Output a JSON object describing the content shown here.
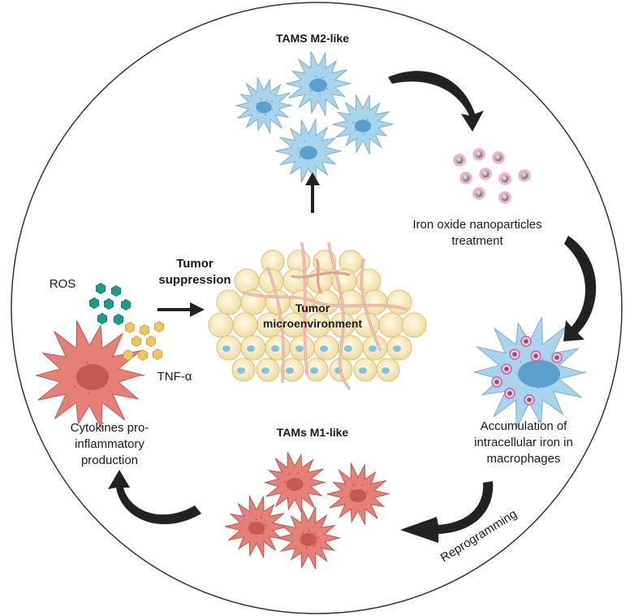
{
  "labels": {
    "m2_title": "TAMS M2-like",
    "iron_line1": "Iron oxide nanoparticles",
    "iron_line2": "treatment",
    "tumor_supp_line1": "Tumor",
    "tumor_supp_line2": "suppression",
    "ros": "ROS",
    "tme_line1": "Tumor",
    "tme_line2": "microenvironment",
    "tnf": "TNF-α",
    "cyto_line1": "Cytokines pro-",
    "cyto_line2": "inflammatory",
    "cyto_line3": "production",
    "m1_title": "TAMs M1-like",
    "acc_line1": "Accumulation of",
    "acc_line2": "intracellular iron in",
    "acc_line3": "macrophages",
    "reprogramming": "Reprogramming"
  },
  "colors": {
    "m2_cell": "#a9d4ee",
    "m2_nucleus": "#5b9fcc",
    "m1_cell": "#e57f77",
    "m1_nucleus": "#c75950",
    "nanoparticle_glow": "#f2a6cf",
    "nanoparticle_core": "#9a9a9a",
    "ros_hexagon": "#1d9c8a",
    "tnf_hexagon": "#f0c463",
    "tumor_cell": "#f6e7b2",
    "vessel": "#e5a29a",
    "arrow": "#222222"
  }
}
